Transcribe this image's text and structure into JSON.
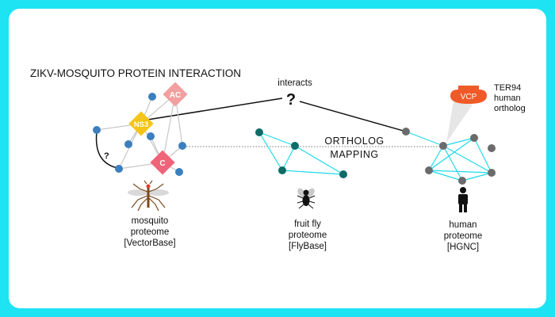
{
  "title": "ZIKV-MOSQUITO PROTEIN INTERACTION",
  "interactions": {
    "label": "interacts",
    "unknown_mark": "?",
    "mosquito_unknown_mark": "?"
  },
  "ortholog_mapping": {
    "line1": "ORTHOLOG",
    "line2": "MAPPING"
  },
  "viral_proteins": [
    {
      "label": "AC",
      "color": "#f29f9f"
    },
    {
      "label": "NS3",
      "color": "#f5c418"
    },
    {
      "label": "C",
      "color": "#ef6478"
    }
  ],
  "vcp": {
    "label": "VCP",
    "color": "#f05a28",
    "callout_lines": [
      "TER94",
      "human",
      "ortholog"
    ]
  },
  "networks": {
    "mosquito": {
      "label_lines": [
        "mosquito",
        "proteome",
        "[VectorBase]"
      ],
      "node_color": "#3b7fbf",
      "edge_color": "#c8c8c8",
      "icon": "mosquito-icon"
    },
    "fruit_fly": {
      "label_lines": [
        "fruit fly",
        "proteome",
        "[FlyBase]"
      ],
      "node_color": "#0f6b66",
      "edge_color": "#1ed9ea",
      "icon": "fly-icon"
    },
    "human": {
      "label_lines": [
        "human",
        "proteome",
        "[HGNC]"
      ],
      "node_color": "#6b6b6b",
      "edge_color": "#1ed9ea",
      "icon": "human-icon"
    }
  }
}
